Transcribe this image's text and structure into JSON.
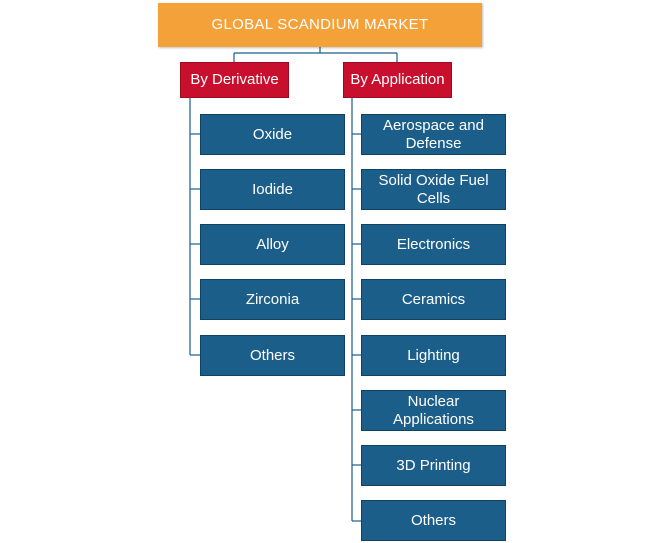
{
  "diagram": {
    "root": "GLOBAL SCANDIUM MARKET",
    "categories": [
      {
        "label": "By Derivative",
        "items": [
          "Oxide",
          "Iodide",
          "Alloy",
          "Zirconia",
          "Others"
        ]
      },
      {
        "label": "By Application",
        "items": [
          "Aerospace and Defense",
          "Solid Oxide Fuel Cells",
          "Electronics",
          "Ceramics",
          "Lighting",
          "Nuclear Applications",
          "3D Printing",
          "Others"
        ]
      }
    ],
    "colors": {
      "root": "#f4a13a",
      "category": "#c8102e",
      "leaf": "#1b5e8a",
      "connector": "#1b5e8a"
    }
  }
}
